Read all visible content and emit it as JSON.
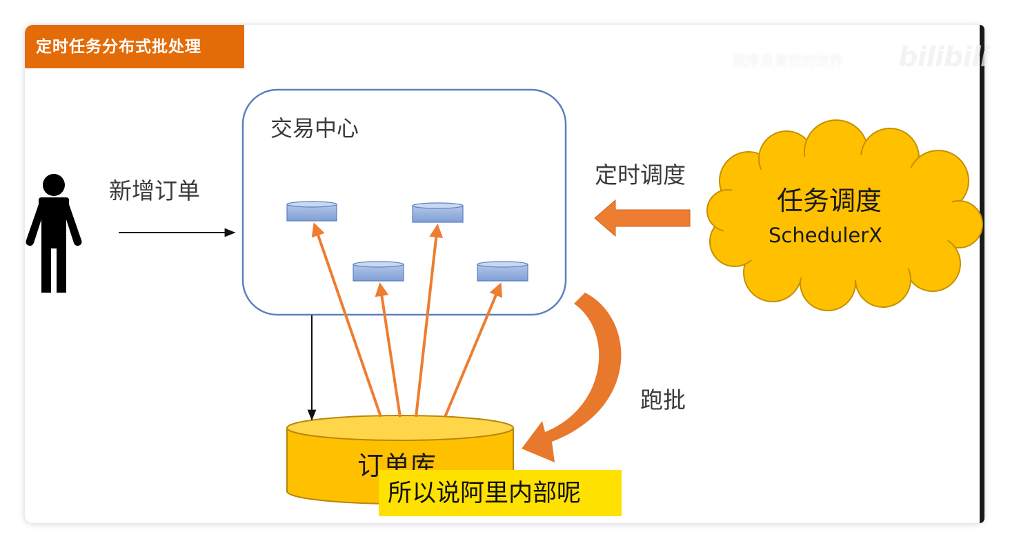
{
  "header": {
    "title": "定时任务分布式批处理"
  },
  "diagram": {
    "user_label": "新增订单",
    "center_title": "交易中心",
    "scheduler_arrow_label": "定时调度",
    "scheduler_title": "任务调度",
    "scheduler_subtitle": "SchedulerX",
    "batch_label": "跑批",
    "db_label": "订单库"
  },
  "subtitle": {
    "text": "所以说阿里内部呢"
  },
  "watermark": {
    "caption": "程序员青空的世界",
    "logo": "bilibili"
  },
  "colors": {
    "title_bar": "#e36c09",
    "orange_arrow": "#ed7d31",
    "cloud_fill": "#ffc000",
    "db_fill": "#ffc000",
    "node_fill": "#8faadc",
    "subtitle_bg": "#ffe100"
  }
}
